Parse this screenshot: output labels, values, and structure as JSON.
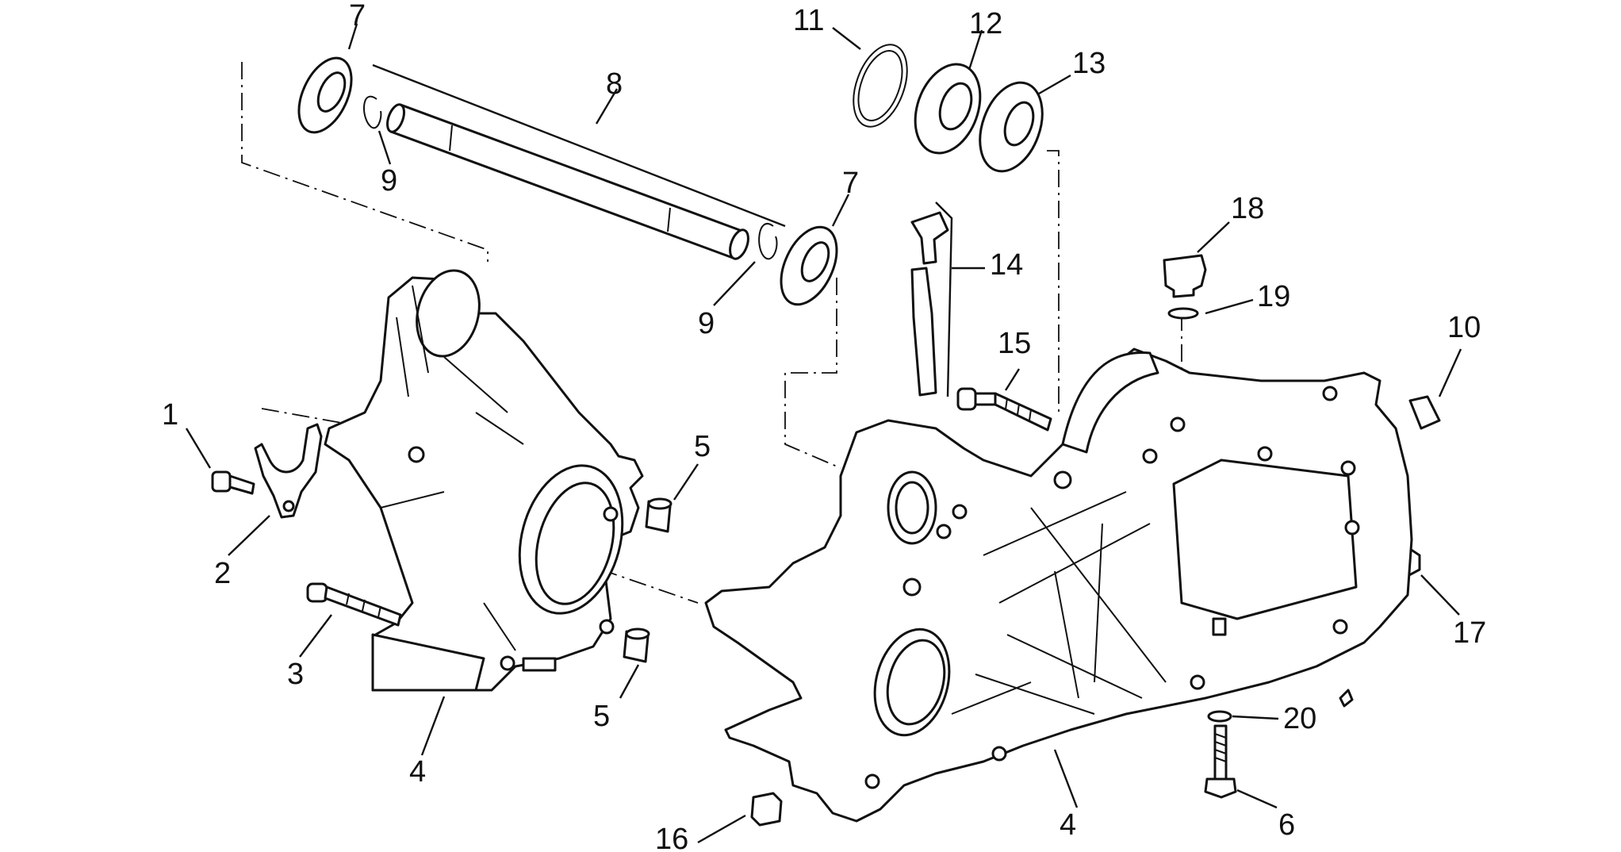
{
  "diagram": {
    "labels": [
      {
        "id": "lbl-7a",
        "text": "7"
      },
      {
        "id": "lbl-8",
        "text": "8"
      },
      {
        "id": "lbl-9a",
        "text": "9"
      },
      {
        "id": "lbl-11",
        "text": "11"
      },
      {
        "id": "lbl-12",
        "text": "12"
      },
      {
        "id": "lbl-13",
        "text": "13"
      },
      {
        "id": "lbl-7b",
        "text": "7"
      },
      {
        "id": "lbl-18",
        "text": "18"
      },
      {
        "id": "lbl-14",
        "text": "14"
      },
      {
        "id": "lbl-19",
        "text": "19"
      },
      {
        "id": "lbl-9b",
        "text": "9"
      },
      {
        "id": "lbl-15",
        "text": "15"
      },
      {
        "id": "lbl-10",
        "text": "10"
      },
      {
        "id": "lbl-1",
        "text": "1"
      },
      {
        "id": "lbl-5a",
        "text": "5"
      },
      {
        "id": "lbl-2",
        "text": "2"
      },
      {
        "id": "lbl-17",
        "text": "17"
      },
      {
        "id": "lbl-3",
        "text": "3"
      },
      {
        "id": "lbl-5b",
        "text": "5"
      },
      {
        "id": "lbl-20",
        "text": "20"
      },
      {
        "id": "lbl-4a",
        "text": "4"
      },
      {
        "id": "lbl-4b",
        "text": "4"
      },
      {
        "id": "lbl-6",
        "text": "6"
      },
      {
        "id": "lbl-16",
        "text": "16"
      }
    ]
  }
}
